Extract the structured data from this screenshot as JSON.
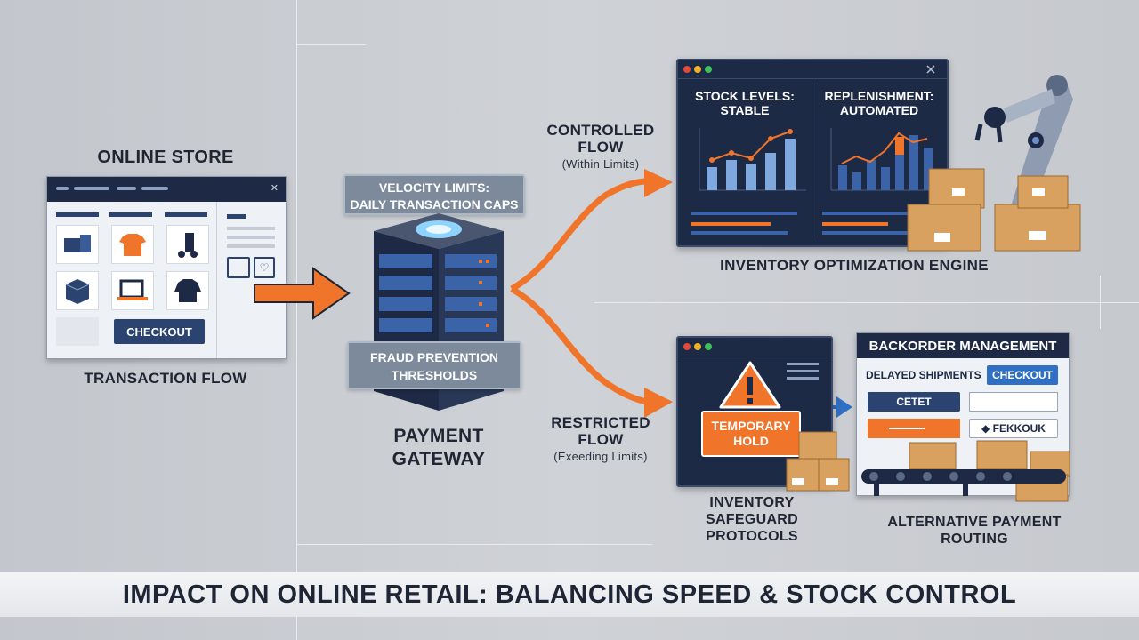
{
  "store": {
    "heading": "ONLINE STORE",
    "checkout": "CHECKOUT",
    "caption": "TRANSACTION FLOW"
  },
  "gateway": {
    "velocity_line1": "VELOCITY LIMITS:",
    "velocity_line2": "DAILY TRANSACTION CAPS",
    "fraud_line1": "FRAUD PREVENTION",
    "fraud_line2": "THRESHOLDS",
    "caption_line1": "PAYMENT",
    "caption_line2": "GATEWAY"
  },
  "controlled": {
    "line1": "CONTROLLED",
    "line2": "FLOW",
    "note": "(Within Limits)"
  },
  "restricted": {
    "line1": "RESTRICTED",
    "line2": "FLOW",
    "note": "(Exeeding Limits)"
  },
  "engine": {
    "panel1_line1": "STOCK LEVELS:",
    "panel1_line2": "STABLE",
    "panel2_line1": "REPLENISHMENT:",
    "panel2_line2": "AUTOMATED",
    "caption": "INVENTORY OPTIMIZATION ENGINE"
  },
  "safeguard": {
    "hold_line1": "TEMPORARY",
    "hold_line2": "HOLD",
    "caption_line1": "INVENTORY",
    "caption_line2": "SAFEGUARD",
    "caption_line3": "PROTOCOLS"
  },
  "backorder": {
    "title": "BACKORDER MANAGEMENT",
    "delayed": "DELAYED SHIPMENTS",
    "checkout": "CHECKOUT",
    "cetet": "CETET",
    "fekkouk": "FEKKOUK",
    "caption_line1": "ALTERNATIVE PAYMENT",
    "caption_line2": "ROUTING"
  },
  "banner": "IMPACT ON ONLINE RETAIL: BALANCING SPEED & STOCK CONTROL",
  "colors": {
    "arrow": "#f0742a",
    "navy": "#1d2a45",
    "accent_blue": "#2f6fc4"
  }
}
